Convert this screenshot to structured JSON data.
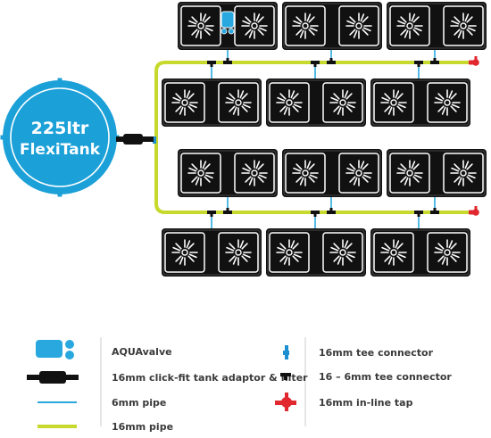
{
  "tank": {
    "line1": "225ltr",
    "line2": "FlexiTank"
  },
  "legend": {
    "aquavalve": "AQUAvalve",
    "tank_adaptor": "16mm click-fit tank adaptor & filter",
    "pipe_6mm": "6mm pipe",
    "pipe_16mm": "16mm pipe",
    "tee_16mm": "16mm tee connector",
    "tee_16_6mm": "16 – 6mm tee connector",
    "inline_tap": "16mm in-line tap"
  },
  "colors": {
    "pipe_16mm": "#c6d92c",
    "pipe_6mm": "#29a8df",
    "tank_blue": "#1ba0d8",
    "tap_red": "#e0282e",
    "tray_black": "#111111"
  },
  "icons": [
    "aquavalve-icon",
    "tank-adaptor-icon",
    "tee-connector-16mm-icon",
    "tee-connector-16-6mm-icon",
    "inline-tap-icon",
    "flower-pot-icon"
  ]
}
